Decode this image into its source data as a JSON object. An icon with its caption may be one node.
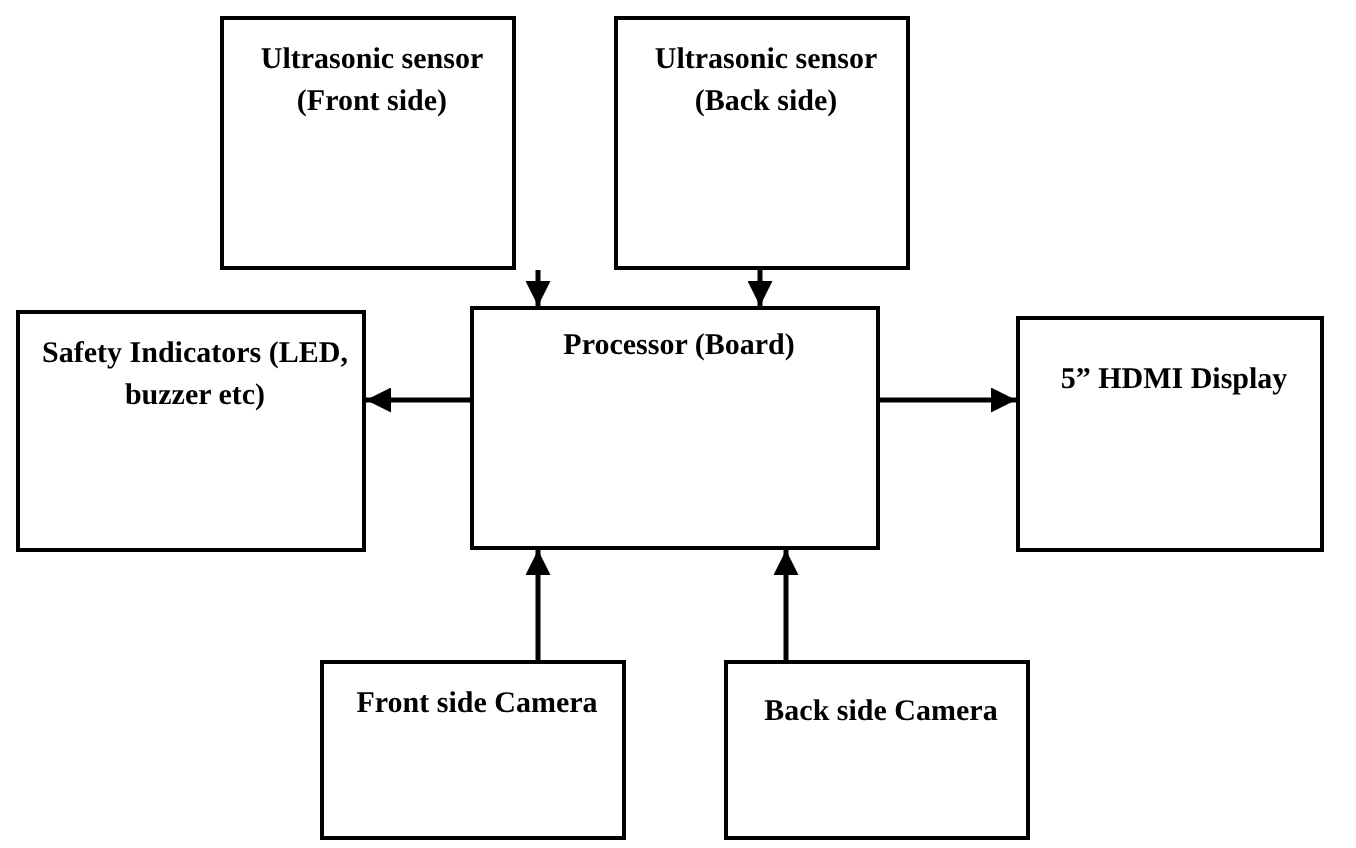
{
  "diagram": {
    "nodes": [
      {
        "text": [
          "Ultrasonic sensor (Front side)"
        ]
      },
      {
        "text": [
          "Ultrasonic sensor (Back side)"
        ]
      },
      {
        "text": [
          "Safety Indicators (LED, buzzer etc)"
        ]
      },
      {
        "text": [
          "Processor (Board)"
        ]
      },
      {
        "text": [
          "5” HDMI Display"
        ]
      },
      {
        "text": [
          "Front side Camera"
        ]
      },
      {
        "text": [
          "Back side Camera"
        ]
      }
    ],
    "edges": [
      {
        "from": 0,
        "to": 3,
        "arrow": "to"
      },
      {
        "from": 1,
        "to": 3,
        "arrow": "to"
      },
      {
        "from": 3,
        "to": 2,
        "arrow": "to"
      },
      {
        "from": 3,
        "to": 4,
        "arrow": "to"
      },
      {
        "from": 5,
        "to": 3,
        "arrow": "to"
      },
      {
        "from": 6,
        "to": 3,
        "arrow": "to"
      }
    ]
  }
}
